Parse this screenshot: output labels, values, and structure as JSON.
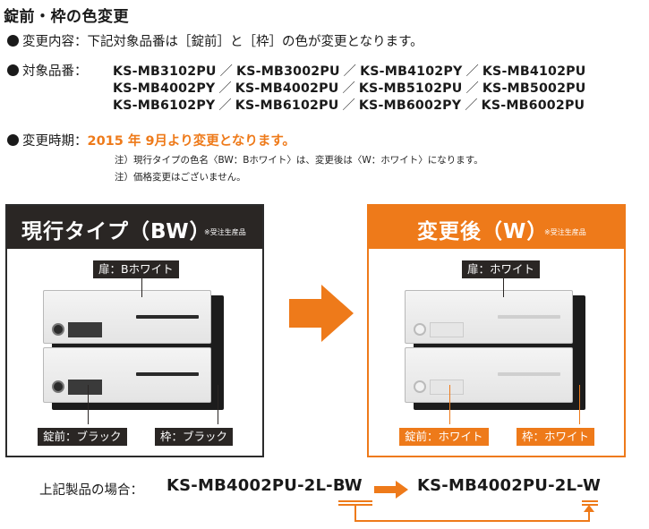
{
  "title": "錠前・枠の色変更",
  "change": {
    "label": "変更内容：",
    "text": "下記対象品番は［錠前］と［枠］の色が変更となります。"
  },
  "targets": {
    "label": "対象品番：",
    "rows": [
      [
        "KS-MB3102PU",
        "KS-MB3002PU",
        "KS-MB4102PY",
        "KS-MB4102PU"
      ],
      [
        "KS-MB4002PY",
        "KS-MB4002PU",
        "KS-MB5102PU",
        "KS-MB5002PU"
      ],
      [
        "KS-MB6102PY",
        "KS-MB6102PU",
        "KS-MB6002PY",
        "KS-MB6002PU"
      ]
    ],
    "separator": "／"
  },
  "period": {
    "label": "変更時期：",
    "value": "2015 年 9月より変更となります。",
    "notes": [
      "注）現行タイプの色名〈BW：Bホワイト〉は、変更後は〈W：ホワイト〉になります。",
      "注）価格変更はございません。"
    ]
  },
  "current": {
    "title": "現行タイプ（BW）",
    "sub": "※受注生産品",
    "door_label": "扉：Bホワイト",
    "lock_label": "錠前：ブラック",
    "frame_label": "枠：ブラック"
  },
  "after": {
    "title": "変更後（W）",
    "sub": "※受注生産品",
    "door_label": "扉：ホワイト",
    "lock_label": "錠前：ホワイト",
    "frame_label": "枠：ホワイト"
  },
  "bottom": {
    "label": "上記製品の場合：",
    "from_code": "KS-MB4002PU-2L-BW",
    "to_code": "KS-MB4002PU-2L-W"
  },
  "colors": {
    "accent": "#ee7a1a",
    "dark": "#2a2624"
  }
}
